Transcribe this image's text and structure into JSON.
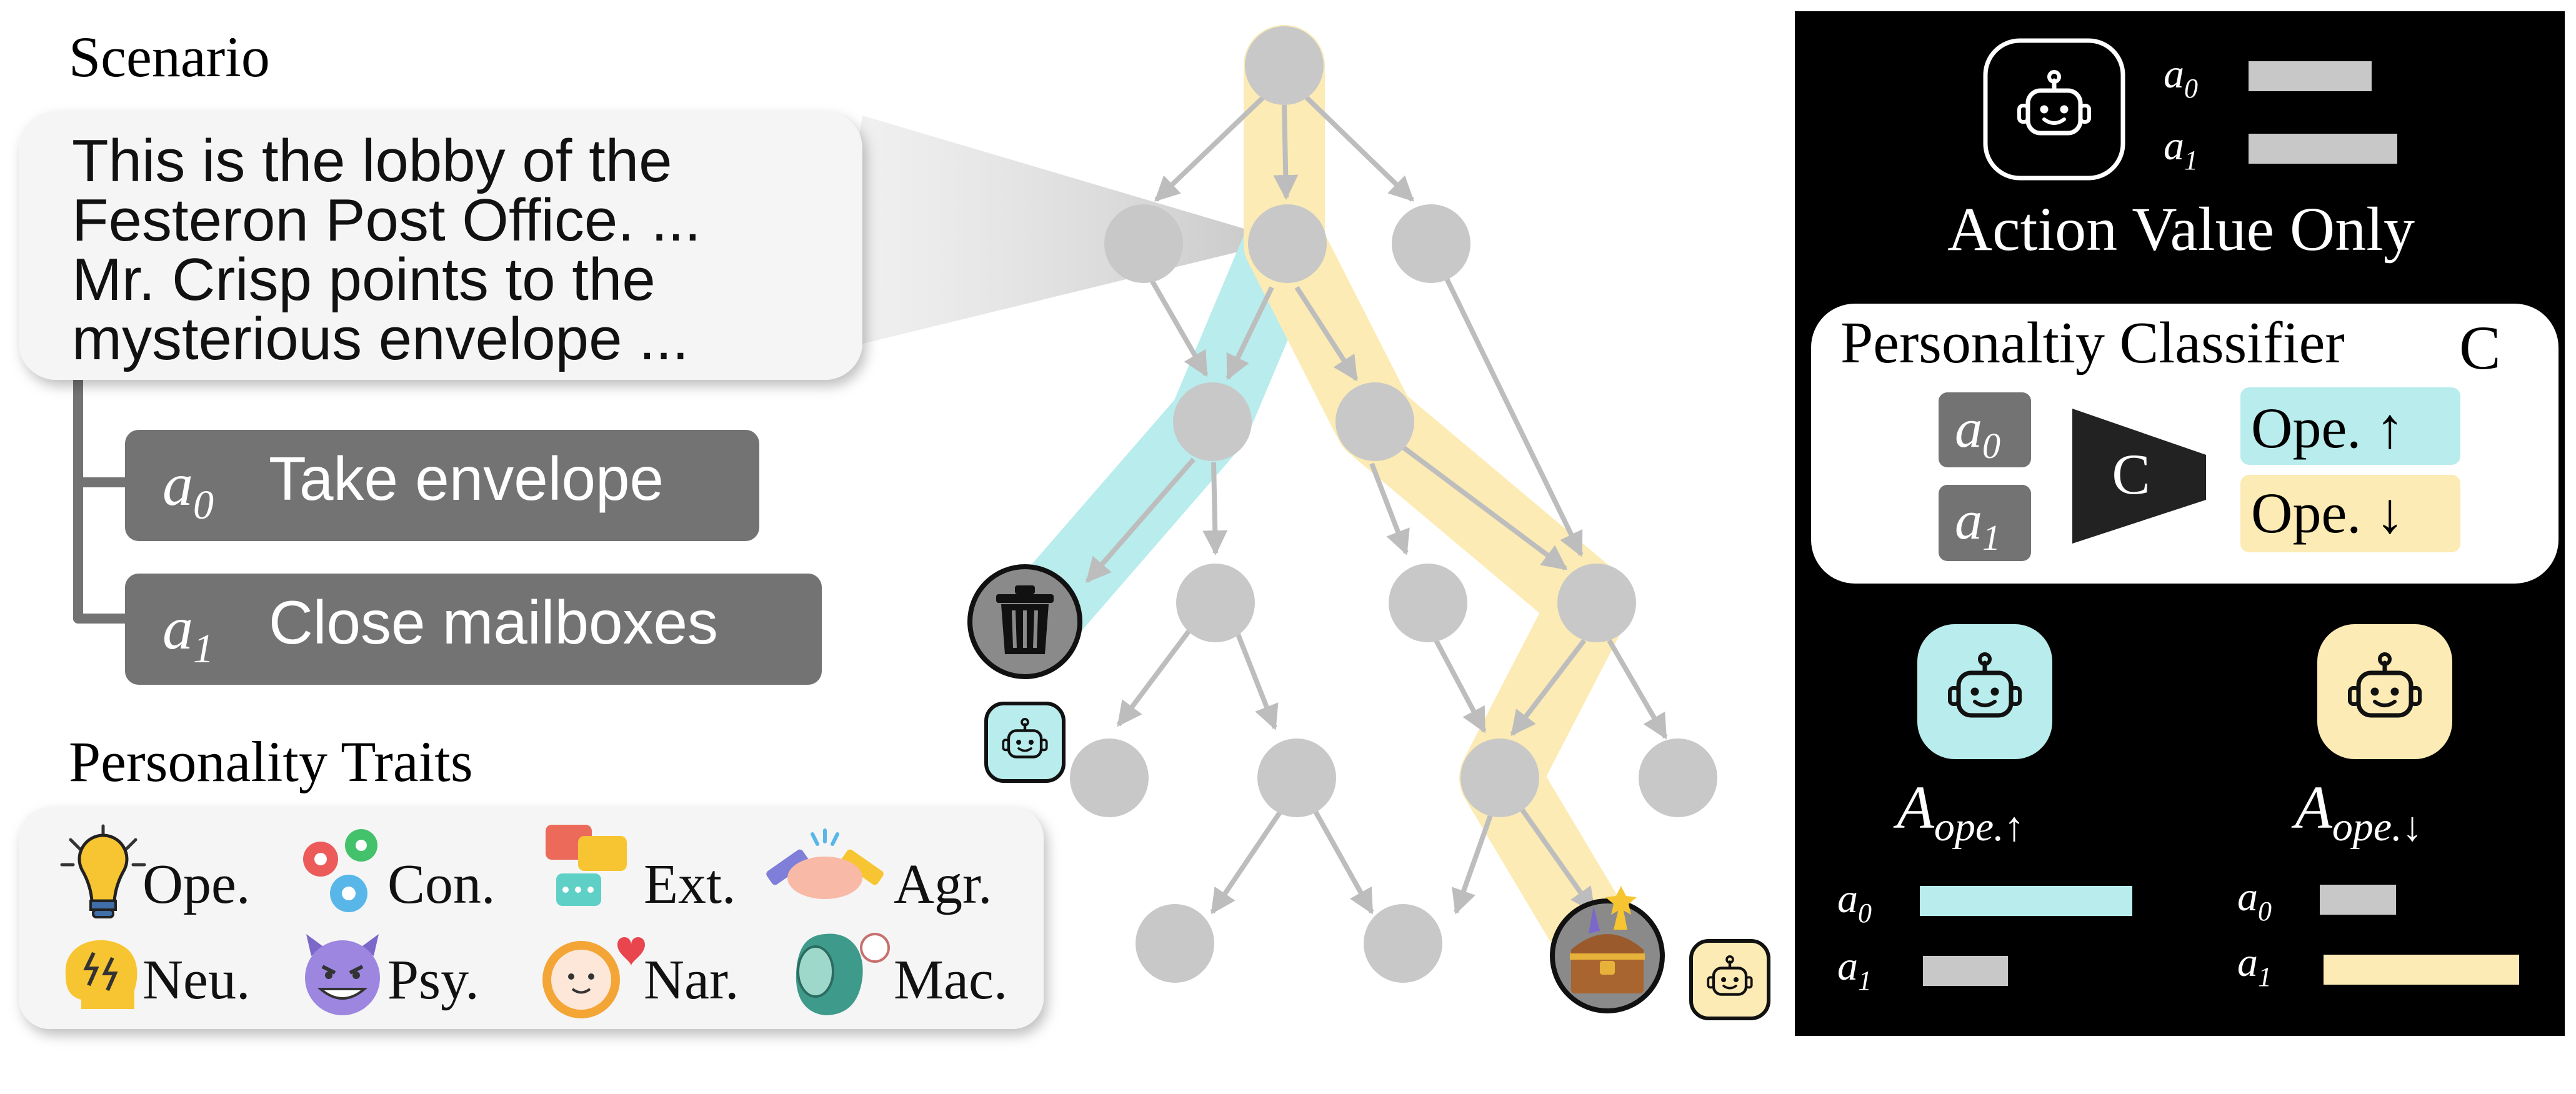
{
  "scenario": {
    "heading": "Scenario",
    "lines": [
      "This is the lobby of the",
      "Festeron Post Office. ...",
      "Mr. Crisp points to the",
      "mysterious envelope ..."
    ]
  },
  "actions": [
    {
      "symbol": "a",
      "sub": "0",
      "label": "Take envelope"
    },
    {
      "symbol": "a",
      "sub": "1",
      "label": "Close mailboxes"
    }
  ],
  "traits": {
    "heading": "Personality Traits",
    "items": [
      {
        "label": "Ope.",
        "icon": "lightbulb-icon"
      },
      {
        "label": "Con.",
        "icon": "gears-icon"
      },
      {
        "label": "Ext.",
        "icon": "speech-bubbles-icon"
      },
      {
        "label": "Agr.",
        "icon": "handshake-icon"
      },
      {
        "label": "Neu.",
        "icon": "anxious-head-icon"
      },
      {
        "label": "Psy.",
        "icon": "devil-face-icon"
      },
      {
        "label": "Nar.",
        "icon": "mirror-heart-icon"
      },
      {
        "label": "Mac.",
        "icon": "masks-icon"
      }
    ]
  },
  "panel": {
    "action_value_title": "Action Value Only",
    "value_rows": [
      {
        "symbol": "a",
        "sub": "0",
        "value": 0.58
      },
      {
        "symbol": "a",
        "sub": "1",
        "value": 0.7
      }
    ],
    "classifier_title": "Personaltiy Classifier",
    "classifier_symbol": "C",
    "classifier_inputs": [
      {
        "symbol": "a",
        "sub": "0"
      },
      {
        "symbol": "a",
        "sub": "1"
      }
    ],
    "classifier_outputs": [
      {
        "label": "Ope. ↑",
        "color": "#b9ecec"
      },
      {
        "label": "Ope. ↓",
        "color": "#fcebb4"
      }
    ],
    "agents": [
      {
        "base": "A",
        "sub": "ope.↑",
        "color": "#b9ecec",
        "rows": [
          {
            "symbol": "a",
            "sub": "0",
            "value": 1.0,
            "color": "#b9ecec"
          },
          {
            "symbol": "a",
            "sub": "1",
            "value": 0.4,
            "color": "#c8c8c8"
          }
        ]
      },
      {
        "base": "A",
        "sub": "ope.↓",
        "color": "#fcebb4",
        "rows": [
          {
            "symbol": "a",
            "sub": "0",
            "value": 0.36,
            "color": "#c8c8c8"
          },
          {
            "symbol": "a",
            "sub": "1",
            "value": 0.92,
            "color": "#fcebb4"
          }
        ]
      }
    ]
  },
  "colors": {
    "cyan_path": "#b9ecec",
    "yellow_path": "#fcebb4",
    "node": "#c8c8c8",
    "action_box": "#737373",
    "panel_bg": "#000000"
  },
  "icons": [
    "robot-icon",
    "trash-icon",
    "treasure-chest-icon"
  ]
}
